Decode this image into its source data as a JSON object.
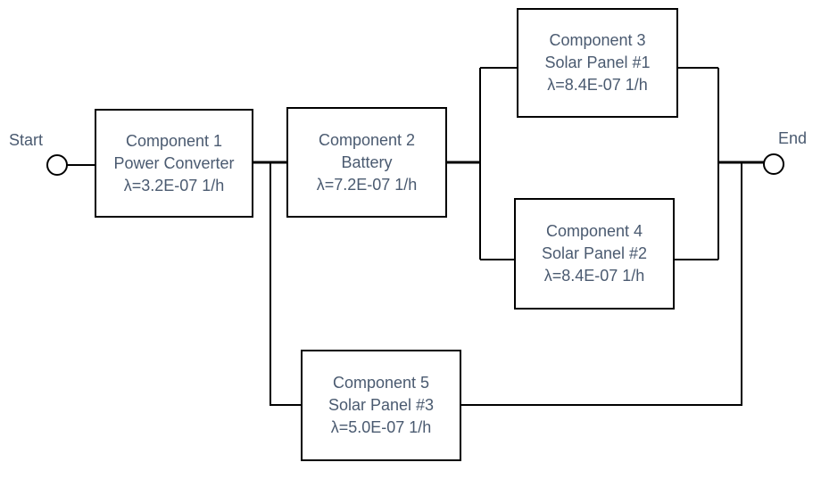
{
  "terminals": {
    "start_label": "Start",
    "end_label": "End"
  },
  "components": [
    {
      "name": "Component 1",
      "type": "Power Converter",
      "rate": "λ=3.2E-07 1/h"
    },
    {
      "name": "Component 2",
      "type": "Battery",
      "rate": "λ=7.2E-07 1/h"
    },
    {
      "name": "Component 3",
      "type": "Solar Panel #1",
      "rate": "λ=8.4E-07 1/h"
    },
    {
      "name": "Component 4",
      "type": "Solar Panel #2",
      "rate": "λ=8.4E-07 1/h"
    },
    {
      "name": "Component 5",
      "type": "Solar Panel #3",
      "rate": "λ=5.0E-07 1/h"
    }
  ],
  "colors": {
    "text": "#4a5a70",
    "line": "#000000"
  }
}
